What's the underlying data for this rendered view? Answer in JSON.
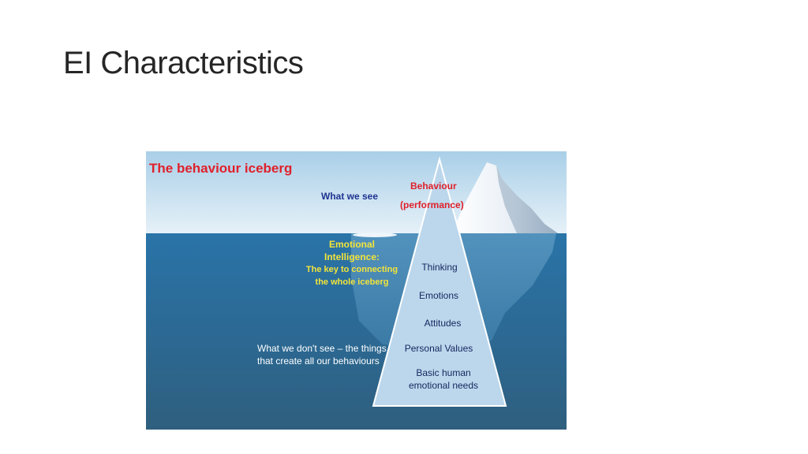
{
  "slide": {
    "title": "EI Characteristics"
  },
  "iceberg": {
    "title": "The behaviour iceberg",
    "above_water_label": "What we see",
    "peak_label_line1": "Behaviour",
    "peak_label_line2": "(performance)",
    "ei_heading_line1": "Emotional",
    "ei_heading_line2": "Intelligence:",
    "ei_sub_line1": "The key to connecting",
    "ei_sub_line2": "the whole iceberg",
    "layers": [
      "Thinking",
      "Emotions",
      "Attitudes",
      "Personal Values",
      "Basic human emotional needs"
    ],
    "below_water_label": "What we don't see – the things that create all our behaviours"
  },
  "colors": {
    "title_red": "#e0202a",
    "above_text_blue": "#1e3390",
    "ei_yellow": "#f3e43a",
    "water": "#2f6f9c",
    "sky": "#cfe4f1",
    "pyramid": "#b7d4ea"
  }
}
